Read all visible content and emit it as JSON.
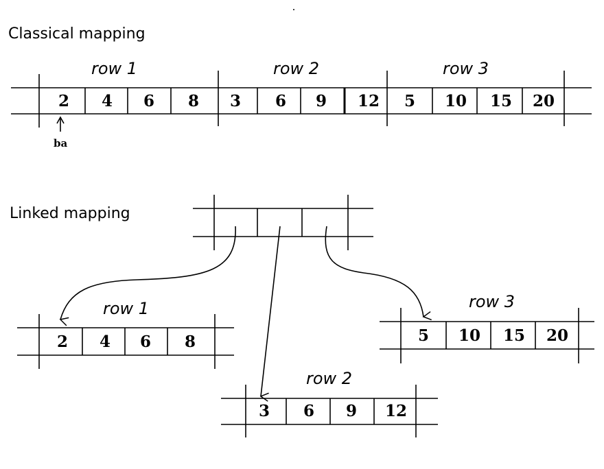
{
  "classical": {
    "heading": "Classical mapping",
    "row_labels": [
      "row 1",
      "row 2",
      "row 3"
    ],
    "cells": [
      "2",
      "4",
      "6",
      "8",
      "3",
      "6",
      "9",
      "12",
      "5",
      "10",
      "15",
      "20"
    ],
    "pointer_label": "ba"
  },
  "linked": {
    "heading": "Linked mapping",
    "rows": [
      {
        "label": "row 1",
        "cells": [
          "2",
          "4",
          "6",
          "8"
        ]
      },
      {
        "label": "row 2",
        "cells": [
          "3",
          "6",
          "9",
          "12"
        ]
      },
      {
        "label": "row 3",
        "cells": [
          "5",
          "10",
          "15",
          "20"
        ]
      }
    ]
  }
}
